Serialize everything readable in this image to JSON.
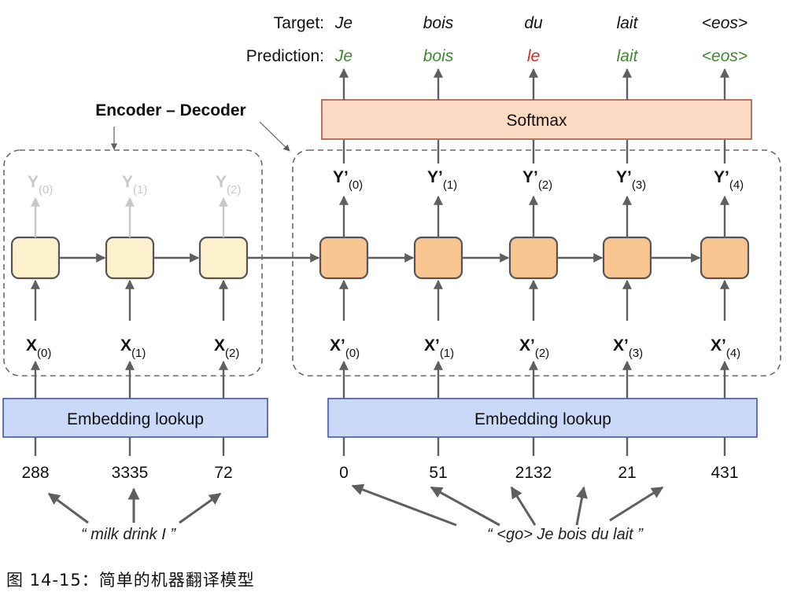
{
  "title": "Encoder – Decoder",
  "rows": {
    "target_label": "Target:",
    "prediction_label": "Prediction:"
  },
  "target": [
    "Je",
    "bois",
    "du",
    "lait",
    "<eos>"
  ],
  "prediction": [
    {
      "text": "Je",
      "correct": true
    },
    {
      "text": "bois",
      "correct": true
    },
    {
      "text": "le",
      "correct": false
    },
    {
      "text": "lait",
      "correct": true
    },
    {
      "text": "<eos>",
      "correct": true
    }
  ],
  "softmax_label": "Softmax",
  "encoder": {
    "outputs": [
      {
        "base": "Y",
        "sub": "(0)"
      },
      {
        "base": "Y",
        "sub": "(1)"
      },
      {
        "base": "Y",
        "sub": "(2)"
      }
    ],
    "inputs": [
      {
        "base": "X",
        "sub": "(0)"
      },
      {
        "base": "X",
        "sub": "(1)"
      },
      {
        "base": "X",
        "sub": "(2)"
      }
    ],
    "embedding_label": "Embedding lookup",
    "token_ids": [
      "288",
      "3335",
      "72"
    ],
    "sentence": "“ milk drink I ”"
  },
  "decoder": {
    "outputs": [
      {
        "base": "Y’",
        "sub": "(0)"
      },
      {
        "base": "Y’",
        "sub": "(1)"
      },
      {
        "base": "Y’",
        "sub": "(2)"
      },
      {
        "base": "Y’",
        "sub": "(3)"
      },
      {
        "base": "Y’",
        "sub": "(4)"
      }
    ],
    "inputs": [
      {
        "base": "X’",
        "sub": "(0)"
      },
      {
        "base": "X’",
        "sub": "(1)"
      },
      {
        "base": "X’",
        "sub": "(2)"
      },
      {
        "base": "X’",
        "sub": "(3)"
      },
      {
        "base": "X’",
        "sub": "(4)"
      }
    ],
    "embedding_label": "Embedding lookup",
    "token_ids": [
      "0",
      "51",
      "2132",
      "21",
      "431"
    ],
    "sentence": "“ <go> Je bois du lait ”"
  },
  "caption": "图 14-15：简单的机器翻译模型",
  "colors": {
    "correct": "#3d8a2e",
    "wrong": "#d42a2a",
    "encoder_cell": "#fdf0cc",
    "decoder_cell": "#f8c48f",
    "softmax_fill": "#fbd9c3",
    "softmax_border": "#a24a3a",
    "embedding_fill": "#c9d9f7",
    "embedding_border": "#3a4aa8",
    "line": "#5f5f5f",
    "faded": "#c8c8c8"
  }
}
